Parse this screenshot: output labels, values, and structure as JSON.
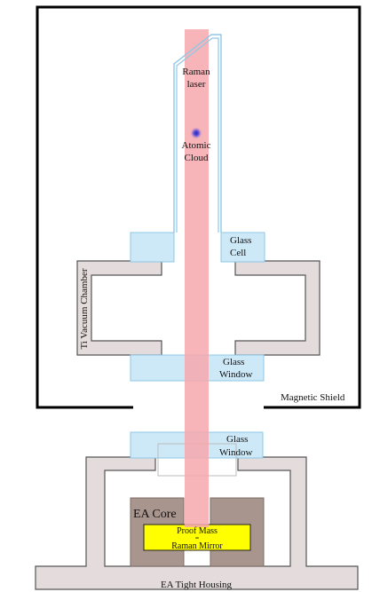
{
  "labels": {
    "raman_laser_line1": "Raman",
    "raman_laser_line2": "laser",
    "atomic_cloud_line1": "Atomic",
    "atomic_cloud_line2": "Cloud",
    "glass_cell_line1": "Glass",
    "glass_cell_line2": "Cell",
    "vacuum_chamber": "Ti Vacuum Chamber",
    "glass_window_upper_line1": "Glass",
    "glass_window_upper_line2": "Window",
    "magnetic_shield": "Magnetic Shield",
    "glass_window_lower_line1": "Glass",
    "glass_window_lower_line2": "Window",
    "ea_core": "EA Core",
    "proof_mass_line1": "Proof Mass",
    "proof_mass_line2": "=",
    "proof_mass_line3": "Raman Mirror",
    "ea_tight_housing": "EA Tight Housing"
  },
  "colors": {
    "laser": "#f6a8ad",
    "glass": "#cde9f8",
    "glass_edge": "#8ec7e6",
    "chamber_fill": "#e4dcdc",
    "chamber_edge": "#555555",
    "core_fill": "#a8958e",
    "proof_mass": "#ffff00",
    "shield": "#000000",
    "atom": "#5a4ad6"
  }
}
